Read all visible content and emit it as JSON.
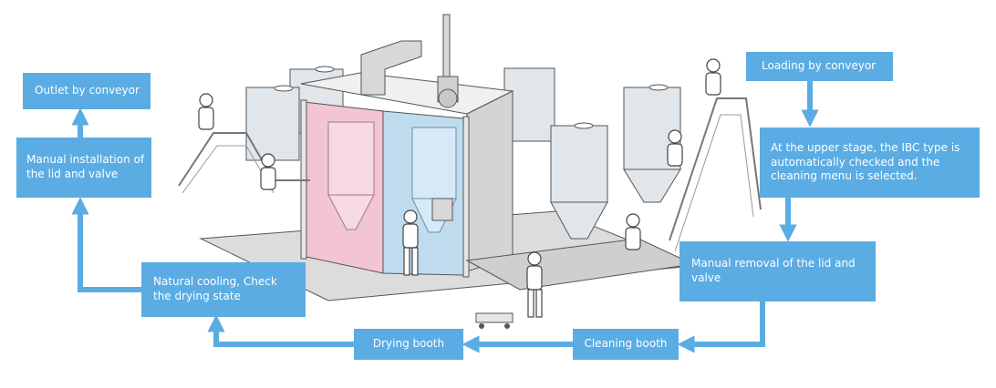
{
  "steps": {
    "outlet": "Outlet by conveyor",
    "manual_install": "Manual installation of the lid and valve",
    "natural_cooling": "Natural cooling, Check the drying state",
    "drying_booth": "Drying booth",
    "cleaning_booth": "Cleaning booth",
    "manual_removal": "Manual removal of the lid and valve",
    "upper_stage": "At the upper stage, the IBC type is automatically checked and the cleaning menu is selected.",
    "loading": "Loading by conveyor"
  },
  "colors": {
    "box": "#5aace3",
    "arrow": "#5aace3",
    "text": "#ffffff",
    "cleaning_zone": "#f3c4d4",
    "drying_zone": "#bfdcef",
    "structure": "#e6e6e6",
    "outline": "#555555"
  }
}
